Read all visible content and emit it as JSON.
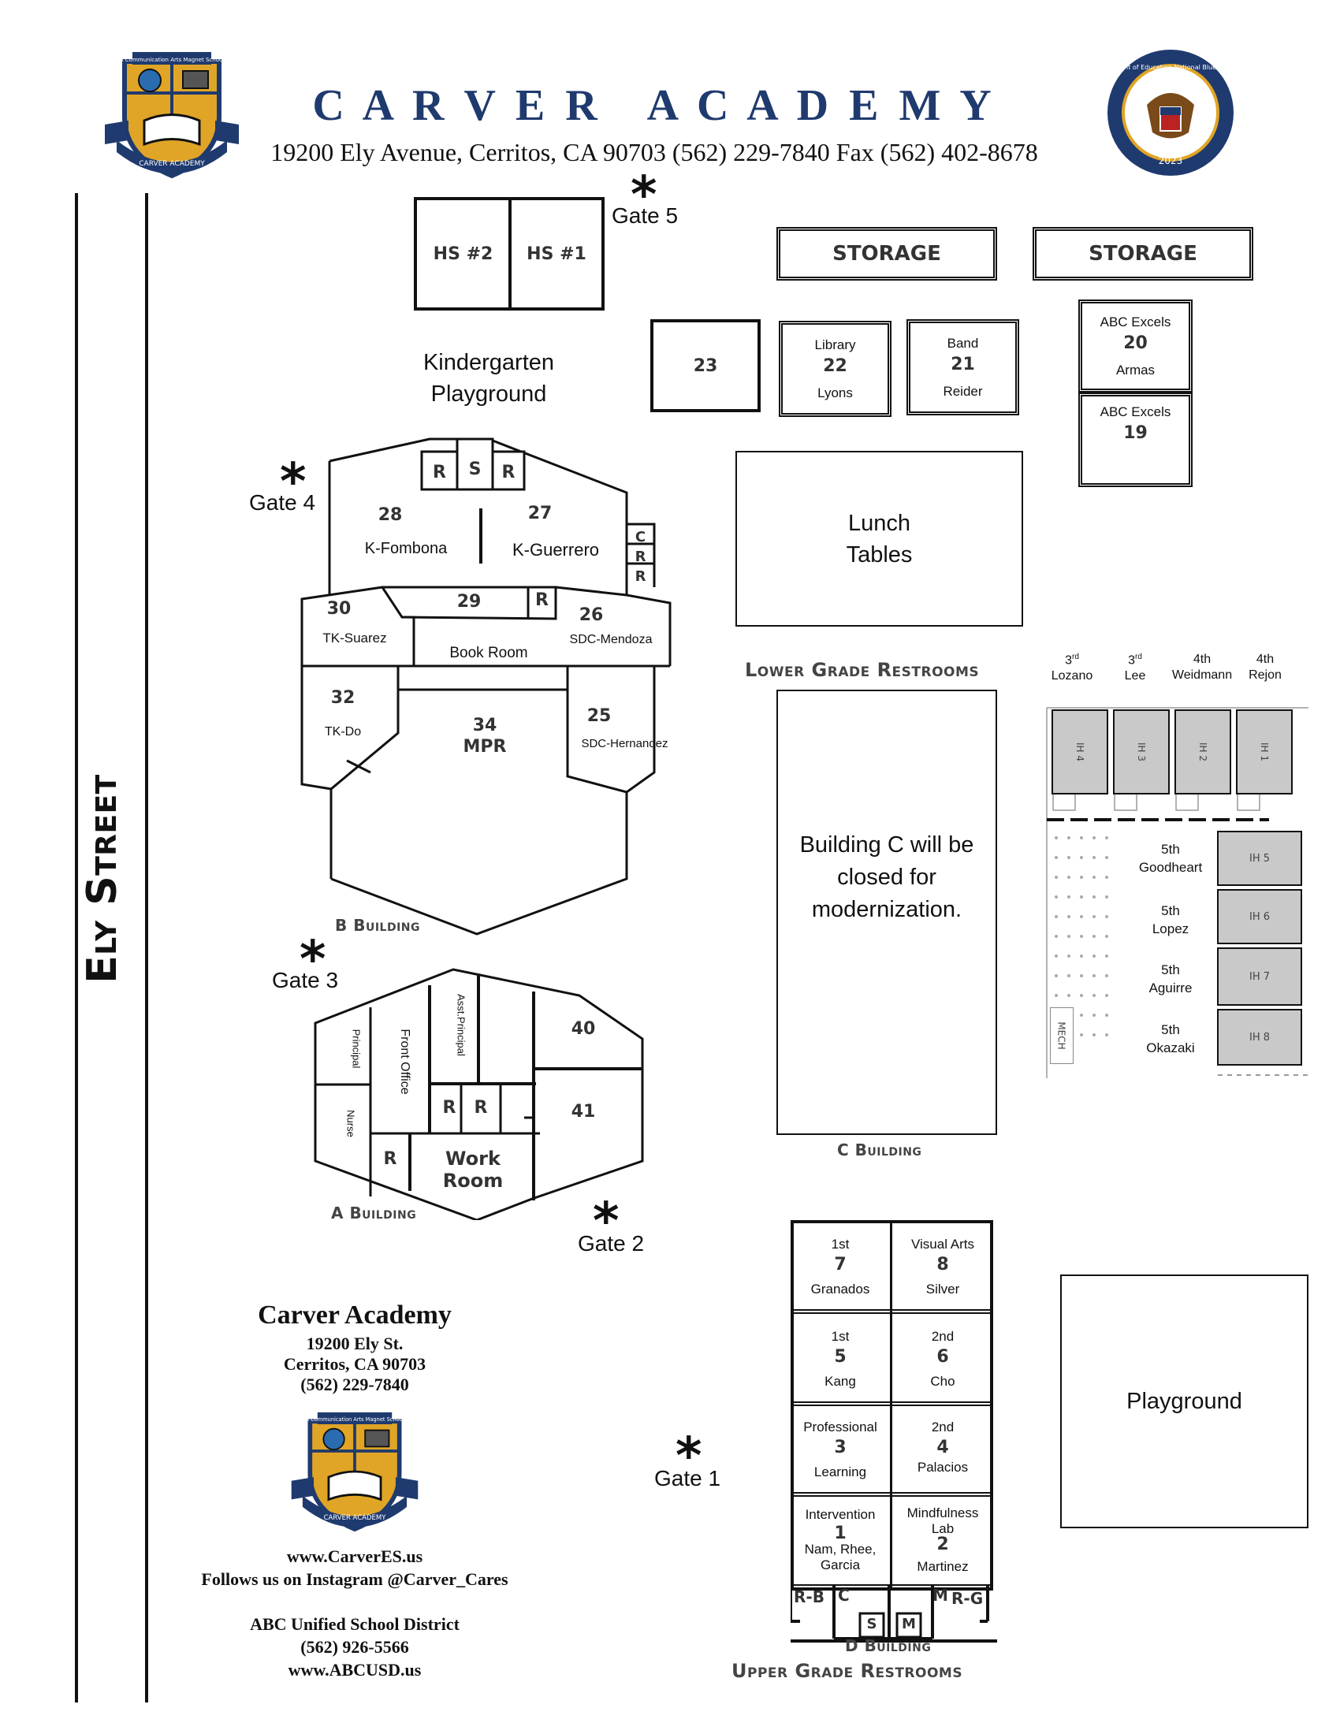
{
  "header": {
    "title": "C A R V E R   A C A D E M Y",
    "address_line": "19200 Ely Avenue, Cerritos, CA 90703 (562) 229-7840 Fax (562) 402-8678"
  },
  "street": {
    "name": "Ely Street"
  },
  "gates": {
    "g1": "Gate 1",
    "g2": "Gate 2",
    "g3": "Gate 3",
    "g4": "Gate 4",
    "g5": "Gate 5",
    "star": "*"
  },
  "top": {
    "hs2": "HS #2",
    "hs1": "HS #1",
    "storage1": "STORAGE",
    "storage2": "STORAGE",
    "k_playground_1": "Kindergarten",
    "k_playground_2": "Playground",
    "r23": "23",
    "r22_top": "Library",
    "r22": "22",
    "r22_bot": "Lyons",
    "r21_top": "Band",
    "r21": "21",
    "r21_bot": "Reider",
    "r20_top": "ABC Excels",
    "r20": "20",
    "r20_bot": "Armas",
    "r19_top": "ABC Excels",
    "r19": "19"
  },
  "lunch": {
    "l1": "Lunch",
    "l2": "Tables"
  },
  "b_building": {
    "label": "B Building",
    "R1": "R",
    "S": "S",
    "R2": "R",
    "r28": "28",
    "r28_name": "K-Fombona",
    "r27": "27",
    "r27_name": "K-Guerrero",
    "C": "C",
    "R3": "R",
    "R4": "R",
    "r29": "29",
    "R5": "R",
    "r30": "30",
    "r30_name": "TK-Suarez",
    "r26": "26",
    "r26_name": "SDC-Mendoza",
    "book_room": "Book Room",
    "r32": "32",
    "r32_name": "TK-Do",
    "r34": "34",
    "r34_name": "MPR",
    "r25": "25",
    "r25_name": "SDC-Hernandez"
  },
  "a_building": {
    "label": "A Building",
    "principal": "Principal",
    "front_office": "Front Office",
    "asst_principal": "Asst.Principal",
    "nurse": "Nurse",
    "R1": "R",
    "R2": "R",
    "R3": "R",
    "r40": "40",
    "r41": "41",
    "work1": "Work",
    "work2": "Room"
  },
  "c_building": {
    "label": "C Building",
    "restrooms": "Lower Grade Restrooms",
    "notice1": "Building C will be",
    "notice2": "closed for",
    "notice3": "modernization."
  },
  "portables": {
    "t1": "3",
    "t1s": "rd",
    "t1n": "Lozano",
    "t2": "3",
    "t2s": "rd",
    "t2n": "Lee",
    "t3": "4th",
    "t3n": "Weidmann",
    "t4": "4th",
    "t4n": "Rejon",
    "ih4": "IH 4",
    "ih3": "IH 3",
    "ih2": "IH 2",
    "ih1": "IH 1",
    "ih5": "IH 5",
    "ih6": "IH 6",
    "ih7": "IH 7",
    "ih8": "IH 8",
    "g5a": "5th",
    "n5a": "Goodheart",
    "g5b": "5th",
    "n5b": "Lopez",
    "g5c": "5th",
    "n5c": "Aguirre",
    "g5d": "5th",
    "n5d": "Okazaki",
    "mech": "MECH"
  },
  "d_building": {
    "label": "D Building",
    "restrooms": "Upper Grade Restrooms",
    "r7_top": "1st",
    "r7": "7",
    "r7_bot": "Granados",
    "r8_top": "Visual Arts",
    "r8": "8",
    "r8_bot": "Silver",
    "r5_top": "1st",
    "r5": "5",
    "r5_bot": "Kang",
    "r6_top": "2nd",
    "r6": "6",
    "r6_bot": "Cho",
    "r3_top": "Professional",
    "r3": "3",
    "r3_bot": "Learning",
    "r4_top": "2nd",
    "r4": "4",
    "r4_bot": "Palacios",
    "r1_top": "Intervention",
    "r1": "1",
    "r1_bot1": "Nam, Rhee,",
    "r1_bot2": "Garcia",
    "r2_top1": "Mindfulness",
    "r2_top2": "Lab",
    "r2": "2",
    "r2_bot": "Martinez",
    "rb": "R-B",
    "c": "C",
    "s": "S",
    "m1": "M",
    "m2": "M",
    "rg": "R-G"
  },
  "playground": "Playground",
  "footer": {
    "name": "Carver Academy",
    "addr1": "19200 Ely St.",
    "addr2": "Cerritos, CA 90703",
    "phone": "(562) 229-7840",
    "web": "www.CarverES.us",
    "insta": "Follows us on Instagram @Carver_Cares",
    "district": "ABC Unified School District",
    "district_phone": "(562) 926-5566",
    "district_web": "www.ABCUSD.us"
  },
  "logos": {
    "school_ribbon_top": "A Communication Arts Magnet School",
    "school_ribbon_bottom": "CARVER  ACADEMY",
    "blue_ribbon_ring": "U.S. Department of Education  National Blue Ribbon School",
    "blue_ribbon_year": "2023"
  },
  "colors": {
    "navy": "#1f3a6e",
    "gold": "#e0a526",
    "gray": "#c9c9c9"
  }
}
